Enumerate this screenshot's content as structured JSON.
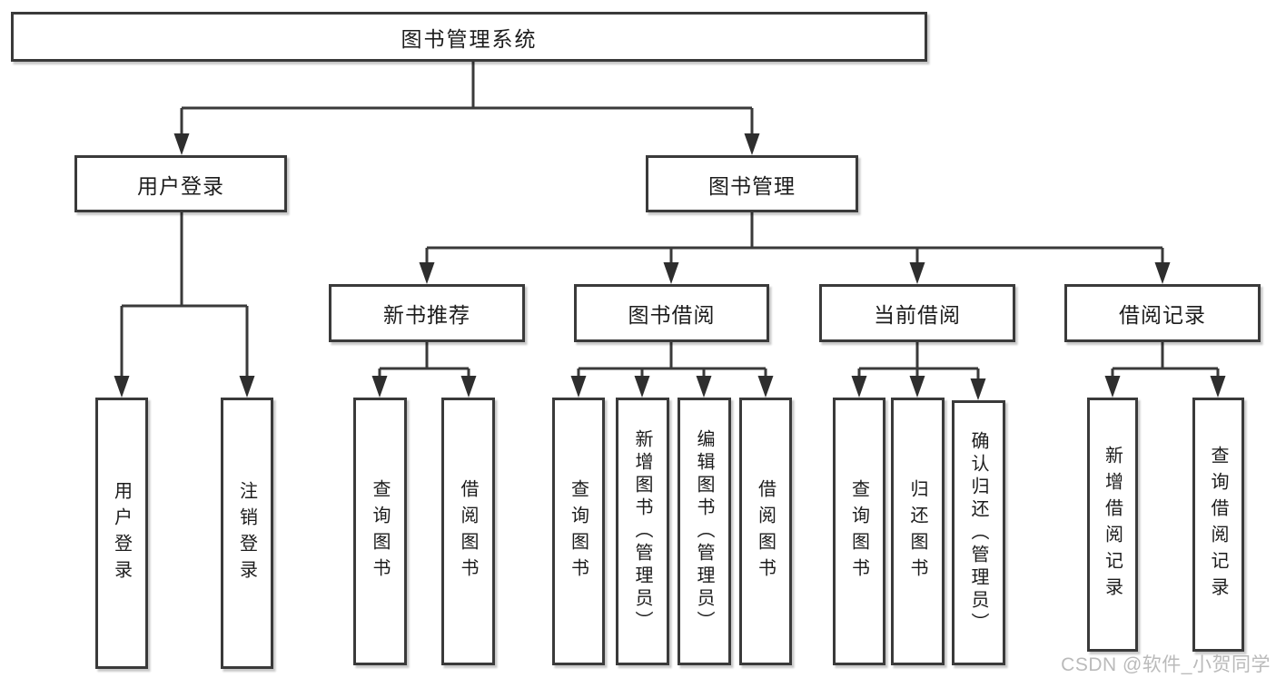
{
  "diagram_title": "图书管理系统",
  "colors": {
    "line": "#3a3a3a",
    "box_border": "#3a3a3a",
    "text": "#1c1c1c",
    "box_background": "#ffffff",
    "watermark": "#b2b2b2"
  },
  "tree": {
    "label": "图书管理系统",
    "children": [
      {
        "label": "用户登录",
        "children": [
          {
            "label": "用户登录"
          },
          {
            "label": "注销登录"
          }
        ]
      },
      {
        "label": "图书管理",
        "children": [
          {
            "label": "新书推荐",
            "children": [
              {
                "label": "查询图书"
              },
              {
                "label": "借阅图书"
              }
            ]
          },
          {
            "label": "图书借阅",
            "children": [
              {
                "label": "查询图书"
              },
              {
                "label": "新增图书（管理员）"
              },
              {
                "label": "编辑图书（管理员）"
              },
              {
                "label": "借阅图书"
              }
            ]
          },
          {
            "label": "当前借阅",
            "children": [
              {
                "label": "查询图书"
              },
              {
                "label": "归还图书"
              },
              {
                "label": "确认归还（管理员）"
              }
            ]
          },
          {
            "label": "借阅记录",
            "children": [
              {
                "label": "新增借阅记录"
              },
              {
                "label": "查询借阅记录"
              }
            ]
          }
        ]
      }
    ]
  },
  "watermark": {
    "text": "CSDN @软件_小贺同学"
  }
}
